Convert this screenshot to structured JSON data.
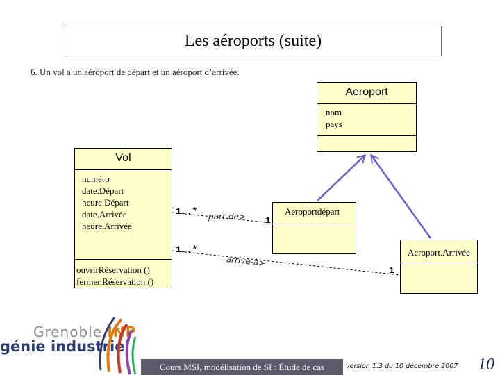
{
  "slide": {
    "title": "Les aéroports (suite)",
    "subtitle": "6. Un vol a un aéroport de départ et un aéroport d’arrivée."
  },
  "classes": {
    "aeroport": {
      "name": "Aeroport",
      "attributes": [
        "nom",
        "pays"
      ]
    },
    "vol": {
      "name": "Vol",
      "attributes": [
        "numéro",
        "date.Départ",
        "heure.Départ",
        "date.Arrivée",
        "heure.Arrivée"
      ],
      "operations": [
        "ouvrirRéservation ()",
        "fermer.Réservation ()"
      ]
    },
    "depart": {
      "role": "Aeroportdépart"
    },
    "arrivee": {
      "role": "Aeroport.Arrivée"
    }
  },
  "associations": {
    "part_de": {
      "label": "part-de>",
      "mult_vol": "1..*",
      "mult_aeroport": "1"
    },
    "arrive_a": {
      "label": "arrive-à>",
      "mult_vol": "1..*",
      "mult_aeroport": "1"
    }
  },
  "footer": {
    "course": "Cours MSI, modélisation de SI : Étude de cas",
    "version": "version 1.3 du 10 décembre 2007",
    "page": "10"
  },
  "logo": {
    "line1_a": "Grenoble",
    "line1_b": "INP",
    "line2": "génie industriel"
  },
  "colors": {
    "class_fill": "#ffffcc",
    "arrow": "#6a5acd",
    "footer_bg": "#5a5a6a"
  }
}
